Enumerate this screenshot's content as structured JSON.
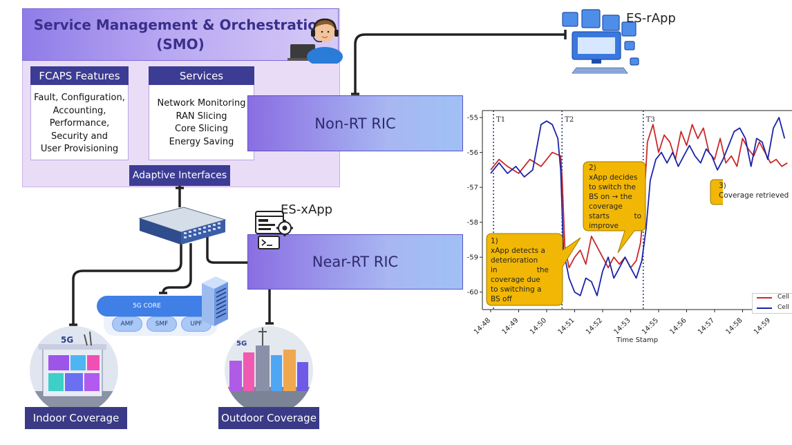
{
  "smo": {
    "title_line1": "Service Management & Orchestration",
    "title_line2": "(SMO)",
    "fcaps_title": "FCAPS Features",
    "fcaps_lines": [
      "Fault, Configuration,",
      "Accounting,",
      "Performance,",
      "Security and",
      "User Provisioning"
    ],
    "services_title": "Services",
    "services_lines": [
      "Network Monitoring",
      "RAN Slicing",
      "Core Slicing",
      "Energy Saving"
    ],
    "adaptive_interfaces": "Adaptive Interfaces"
  },
  "es_rapp": "ES-rApp",
  "es_xapp": "ES-xApp",
  "non_rt_ric": "Non-RT RIC",
  "near_rt_ric": "Near-RT RIC",
  "core": {
    "label": "5G CORE",
    "functions": [
      "AMF",
      "SMF",
      "UPF"
    ]
  },
  "indoor_coverage": "Indoor Coverage",
  "outdoor_coverage": "Outdoor Coverage",
  "colors": {
    "accent_navy": "#3c3c94",
    "cell_red": "#c8282a",
    "cell_blue": "#1a22a8",
    "callout_fill": "#f2b705"
  },
  "callouts": {
    "c1": [
      "1)",
      "xApp detects a",
      "deterioration",
      "in the",
      "coverage due",
      "to switching a",
      "BS off"
    ],
    "c2": [
      "2)",
      "xApp decides",
      "to switch the",
      "BS on → the",
      "coverage",
      "starts to",
      "improve"
    ],
    "c3": [
      "3)",
      "Coverage retrieved"
    ]
  },
  "chart_data": {
    "type": "line",
    "xlabel": "Time Stamp",
    "ylabel": "",
    "x_ticks": [
      "14:48",
      "14:49",
      "14:50",
      "14:51",
      "14:52",
      "14:53",
      "14:55",
      "14:56",
      "14:57",
      "14:58",
      "14:59"
    ],
    "y_ticks": [
      "-55",
      "-56",
      "-57",
      "-58",
      "-59",
      "-60"
    ],
    "ylim": [
      -60.5,
      -54.8
    ],
    "markers": [
      {
        "label": "T1",
        "x": 0.1
      },
      {
        "label": "T2",
        "x": 2.55
      },
      {
        "label": "T3",
        "x": 5.45
      }
    ],
    "legend": [
      "Cell",
      "Cell"
    ],
    "legend_position": "bottom-right",
    "series": [
      {
        "color": "#c8282a",
        "x": [
          0,
          0.3,
          0.6,
          1.0,
          1.4,
          1.8,
          2.2,
          2.5,
          2.55,
          2.65,
          2.8,
          3.0,
          3.2,
          3.4,
          3.6,
          3.8,
          4.0,
          4.2,
          4.4,
          4.6,
          4.8,
          5.0,
          5.2,
          5.35,
          5.45,
          5.6,
          5.8,
          6.0,
          6.2,
          6.4,
          6.6,
          6.8,
          7.0,
          7.2,
          7.4,
          7.6,
          7.8,
          8.0,
          8.2,
          8.4,
          8.6,
          8.8,
          9.0,
          9.2,
          9.4,
          9.6,
          9.8,
          10.0,
          10.2,
          10.4,
          10.6
        ],
        "y": [
          -56.5,
          -56.2,
          -56.4,
          -56.6,
          -56.2,
          -56.4,
          -56.0,
          -56.1,
          -56.7,
          -58.7,
          -59.3,
          -59.0,
          -58.8,
          -59.2,
          -58.4,
          -58.7,
          -59.0,
          -59.3,
          -59.0,
          -59.2,
          -59.0,
          -59.3,
          -59.1,
          -58.6,
          -57.8,
          -55.7,
          -55.2,
          -56.0,
          -55.5,
          -55.7,
          -56.2,
          -55.4,
          -55.8,
          -55.2,
          -55.6,
          -55.3,
          -56.0,
          -56.2,
          -55.6,
          -56.3,
          -56.1,
          -56.4,
          -55.6,
          -55.9,
          -56.1,
          -55.7,
          -56.0,
          -56.3,
          -56.2,
          -56.4,
          -56.3
        ]
      },
      {
        "color": "#1a22a8",
        "x": [
          0,
          0.3,
          0.6,
          0.9,
          1.2,
          1.5,
          1.8,
          2.0,
          2.2,
          2.4,
          2.5,
          2.6,
          2.8,
          3.0,
          3.2,
          3.4,
          3.6,
          3.8,
          4.0,
          4.2,
          4.4,
          4.6,
          4.8,
          5.0,
          5.2,
          5.4,
          5.55,
          5.7,
          5.9,
          6.1,
          6.3,
          6.5,
          6.7,
          6.9,
          7.1,
          7.3,
          7.5,
          7.7,
          7.9,
          8.1,
          8.3,
          8.5,
          8.7,
          8.9,
          9.1,
          9.3,
          9.5,
          9.7,
          9.9,
          10.1,
          10.3,
          10.5
        ],
        "y": [
          -56.6,
          -56.3,
          -56.6,
          -56.4,
          -56.7,
          -56.5,
          -55.2,
          -55.1,
          -55.2,
          -55.6,
          -56.5,
          -58.8,
          -59.6,
          -60.0,
          -60.1,
          -59.6,
          -59.7,
          -60.1,
          -59.4,
          -59.0,
          -59.6,
          -59.3,
          -59.0,
          -59.3,
          -59.6,
          -59.1,
          -58.2,
          -56.8,
          -56.2,
          -56.0,
          -56.3,
          -56.0,
          -56.4,
          -56.1,
          -55.8,
          -56.1,
          -56.3,
          -55.9,
          -56.1,
          -56.5,
          -56.2,
          -55.8,
          -55.4,
          -55.3,
          -55.6,
          -56.4,
          -55.6,
          -55.7,
          -56.2,
          -55.3,
          -55.0,
          -55.6
        ]
      }
    ]
  }
}
